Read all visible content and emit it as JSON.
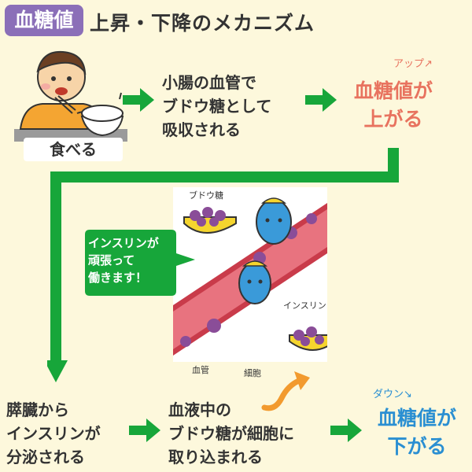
{
  "title": {
    "badge": "血糖値",
    "text": "上昇・下降のメカニズム"
  },
  "steps": {
    "eat": "食べる",
    "absorb": [
      "小腸の血管で",
      "ブドウ糖として",
      "吸収される"
    ],
    "rise_note": "アップ",
    "rise": [
      "血糖値が",
      "上がる"
    ],
    "secrete": [
      "膵臓から",
      "インスリンが",
      "分泌される"
    ],
    "uptake": [
      "血液中の",
      "ブドウ糖が細胞に",
      "取り込まれる"
    ],
    "fall_note": "ダウン",
    "fall": [
      "血糖値が",
      "下がる"
    ]
  },
  "speech_bubble": [
    "インスリンが",
    "頑張って",
    "働きます！"
  ],
  "scene_labels": {
    "glucose": "ブドウ糖",
    "insulin": "インスリン",
    "vessel": "血管",
    "cell": "細胞"
  },
  "colors": {
    "badge": "#8b6fb8",
    "arrow": "#17a63a",
    "rise": "#e8735f",
    "fall": "#2a8fd2",
    "vessel": "#c93b4a",
    "glucose": "#8a4d98",
    "insulin": "#3a9ad9",
    "bowl": "#f5d52e"
  }
}
